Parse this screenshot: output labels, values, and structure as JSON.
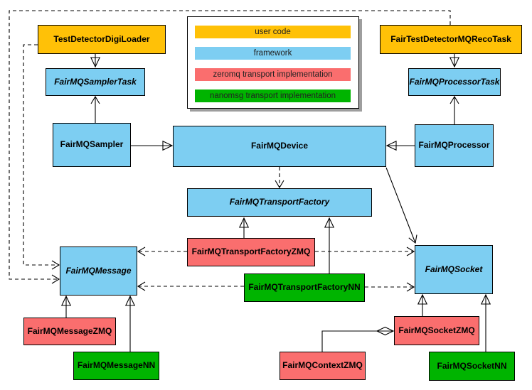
{
  "diagram_type": "uml-class-diagram",
  "palette": {
    "user_code": "#FFC107",
    "framework": "#7DCEF2",
    "zeromq": "#FA6E6E",
    "nanomsg": "#00B400",
    "border": "#000000",
    "background": "#FFFFFF"
  },
  "legend": {
    "items": [
      {
        "label": "user code",
        "category": "user_code"
      },
      {
        "label": "framework",
        "category": "framework"
      },
      {
        "label": "zeromq transport implementation",
        "category": "zeromq"
      },
      {
        "label": "nanomsg transport implementation",
        "category": "nanomsg"
      }
    ]
  },
  "nodes": {
    "test_detector_digi_loader": {
      "label": "TestDetectorDigiLoader",
      "category": "user_code",
      "abstract": false
    },
    "fair_test_detector_mq_reco_task": {
      "label": "FairTestDetectorMQRecoTask",
      "category": "user_code",
      "abstract": false
    },
    "fairmq_sampler_task": {
      "label": "FairMQSamplerTask",
      "category": "framework",
      "abstract": true
    },
    "fairmq_processor_task": {
      "label": "FairMQProcessorTask",
      "category": "framework",
      "abstract": true
    },
    "fairmq_sampler": {
      "label": "FairMQSampler",
      "category": "framework",
      "abstract": false
    },
    "fairmq_device": {
      "label": "FairMQDevice",
      "category": "framework",
      "abstract": false
    },
    "fairmq_processor": {
      "label": "FairMQProcessor",
      "category": "framework",
      "abstract": false
    },
    "fairmq_transport_factory": {
      "label": "FairMQTransportFactory",
      "category": "framework",
      "abstract": true
    },
    "fairmq_transport_factory_zmq": {
      "label": "FairMQTransportFactoryZMQ",
      "category": "zeromq",
      "abstract": false
    },
    "fairmq_transport_factory_nn": {
      "label": "FairMQTransportFactoryNN",
      "category": "nanomsg",
      "abstract": false
    },
    "fairmq_message": {
      "label": "FairMQMessage",
      "category": "framework",
      "abstract": true
    },
    "fairmq_socket": {
      "label": "FairMQSocket",
      "category": "framework",
      "abstract": true
    },
    "fairmq_message_zmq": {
      "label": "FairMQMessageZMQ",
      "category": "zeromq",
      "abstract": false
    },
    "fairmq_message_nn": {
      "label": "FairMQMessageNN",
      "category": "nanomsg",
      "abstract": false
    },
    "fairmq_socket_zmq": {
      "label": "FairMQSocketZMQ",
      "category": "zeromq",
      "abstract": false
    },
    "fairmq_socket_nn": {
      "label": "FairMQSocketNN",
      "category": "nanomsg",
      "abstract": false
    },
    "fairmq_context_zmq": {
      "label": "FairMQContextZMQ",
      "category": "zeromq",
      "abstract": false
    }
  },
  "relations": [
    {
      "from": "TestDetectorDigiLoader",
      "to": "FairMQSamplerTask",
      "type": "inheritance"
    },
    {
      "from": "FairTestDetectorMQRecoTask",
      "to": "FairMQProcessorTask",
      "type": "inheritance"
    },
    {
      "from": "FairMQSampler",
      "to": "FairMQSamplerTask",
      "type": "association-arrow"
    },
    {
      "from": "FairMQProcessor",
      "to": "FairMQProcessorTask",
      "type": "association-arrow"
    },
    {
      "from": "FairMQSampler",
      "to": "FairMQDevice",
      "type": "inheritance"
    },
    {
      "from": "FairMQProcessor",
      "to": "FairMQDevice",
      "type": "inheritance"
    },
    {
      "from": "FairMQDevice",
      "to": "FairMQTransportFactory",
      "type": "dashed-dependency"
    },
    {
      "from": "FairMQDevice",
      "to": "FairMQSocket",
      "type": "association-arrow"
    },
    {
      "from": "TestDetectorDigiLoader",
      "to": "FairMQMessage",
      "type": "dashed-dependency"
    },
    {
      "from": "FairTestDetectorMQRecoTask",
      "to": "FairMQMessage",
      "type": "dashed-dependency"
    },
    {
      "from": "FairMQTransportFactoryZMQ",
      "to": "FairMQTransportFactory",
      "type": "inheritance"
    },
    {
      "from": "FairMQTransportFactoryNN",
      "to": "FairMQTransportFactory",
      "type": "inheritance"
    },
    {
      "from": "FairMQTransportFactoryZMQ",
      "to": "FairMQMessage",
      "type": "dashed-dependency"
    },
    {
      "from": "FairMQTransportFactoryZMQ",
      "to": "FairMQSocket",
      "type": "dashed-dependency"
    },
    {
      "from": "FairMQTransportFactoryNN",
      "to": "FairMQMessage",
      "type": "dashed-dependency"
    },
    {
      "from": "FairMQTransportFactoryNN",
      "to": "FairMQSocket",
      "type": "dashed-dependency"
    },
    {
      "from": "FairMQMessageZMQ",
      "to": "FairMQMessage",
      "type": "inheritance"
    },
    {
      "from": "FairMQMessageNN",
      "to": "FairMQMessage",
      "type": "inheritance"
    },
    {
      "from": "FairMQSocketZMQ",
      "to": "FairMQSocket",
      "type": "inheritance"
    },
    {
      "from": "FairMQSocketNN",
      "to": "FairMQSocket",
      "type": "inheritance"
    },
    {
      "from": "FairMQContextZMQ",
      "to": "FairMQSocketZMQ",
      "type": "composition"
    }
  ]
}
